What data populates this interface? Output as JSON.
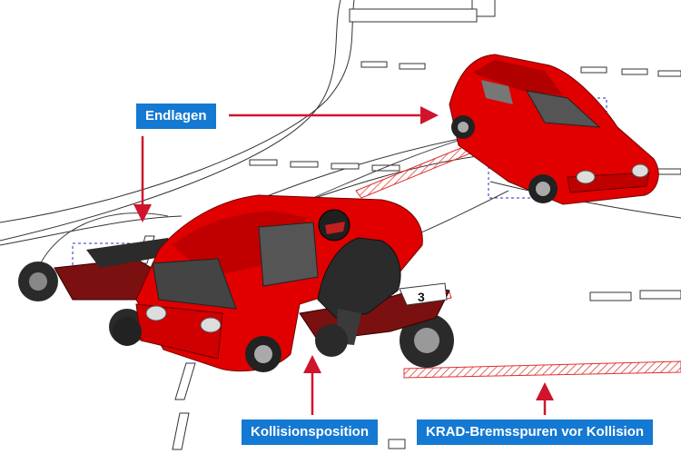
{
  "labels": {
    "end_positions": "Endlagen",
    "collision_position": "Kollisionsposition",
    "skid_marks": "KRAD-Bremsspuren vor Kollision"
  },
  "scene": {
    "motorcycle_number": "3",
    "colors": {
      "car": "#e00000",
      "car_dark": "#a00000",
      "label_bg": "#1479d2",
      "arrow": "#d0142c",
      "skid": "#e03030",
      "rider": "#2b2b2b"
    }
  }
}
